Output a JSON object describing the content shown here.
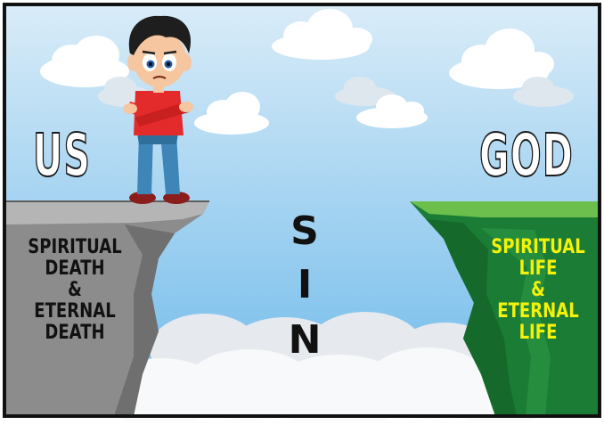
{
  "left_title": "US",
  "right_title": "GOD",
  "left_cliff": {
    "line1": "SPIRITUAL",
    "line2": "DEATH",
    "line3": "&",
    "line4": "ETERNAL",
    "line5": "DEATH"
  },
  "right_cliff": {
    "line1": "SPIRITUAL",
    "line2": "LIFE",
    "line3": "&",
    "line4": "ETERNAL",
    "line5": "LIFE"
  },
  "gap_label": {
    "l1": "S",
    "l2": "I",
    "l3": "N"
  },
  "colors": {
    "sky_top": "#cfe6f5",
    "sky_bottom": "#7fc3ec",
    "left_cliff": "#8a8a8a",
    "right_cliff": "#1f8a3a",
    "left_text": "#111111",
    "right_text": "#f4f10a",
    "boy_shirt": "#e32b2b",
    "boy_pants": "#3f86b8"
  }
}
